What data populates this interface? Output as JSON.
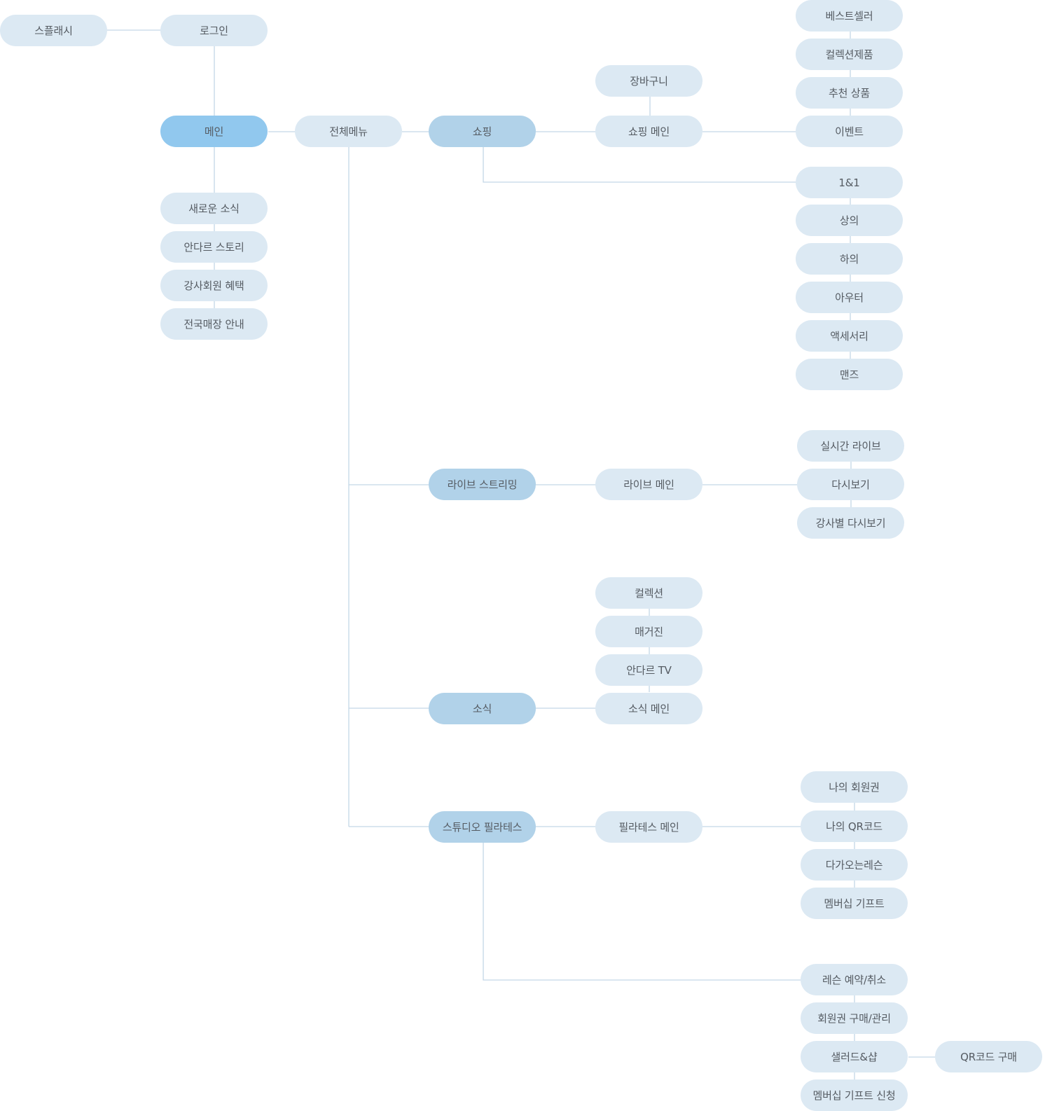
{
  "colors": {
    "node_default": "#dce9f3",
    "node_section": "#b1d2e9",
    "node_main": "#91c8ee",
    "connector": "#c4d7e6",
    "text": "#555b62"
  },
  "nodes": {
    "splash": "스플래시",
    "login": "로그인",
    "main": "메인",
    "main_news": "새로운 소식",
    "main_story": "안다르 스토리",
    "main_instructor": "강사회원 혜택",
    "main_stores": "전국매장 안내",
    "all_menu": "전체메뉴",
    "shopping": "쇼핑",
    "cart": "장바구니",
    "shopping_main": "쇼핑 메인",
    "bestseller": "베스트셀러",
    "collection_products": "컬렉션제품",
    "recommended": "추천 상품",
    "event": "이벤트",
    "cat_1and1": "1&1",
    "cat_tops": "상의",
    "cat_bottoms": "하의",
    "cat_outer": "아우터",
    "cat_accessory": "액세서리",
    "cat_mens": "맨즈",
    "live_streaming": "라이브 스트리밍",
    "live_main": "라이브 메인",
    "live_realtime": "실시간 라이브",
    "live_replay": "다시보기",
    "live_instructor_replay": "강사별 다시보기",
    "news": "소식",
    "news_collection": "컬렉션",
    "news_magazine": "매거진",
    "news_tv": "안다르 TV",
    "news_main": "소식 메인",
    "studio_pilates": "스튜디오 필라테스",
    "pilates_main": "필라테스 메인",
    "my_membership": "나의 회원권",
    "my_qr": "나의 QR코드",
    "upcoming_lesson": "다가오는레슨",
    "membership_gift": "멤버십 기프트",
    "lesson_booking": "레슨 예약/취소",
    "membership_purchase": "회원권 구매/관리",
    "salad_shop": "샐러드&샵",
    "qr_purchase": "QR코드 구매",
    "membership_gift_request": "멤버십 기프트 신청"
  }
}
